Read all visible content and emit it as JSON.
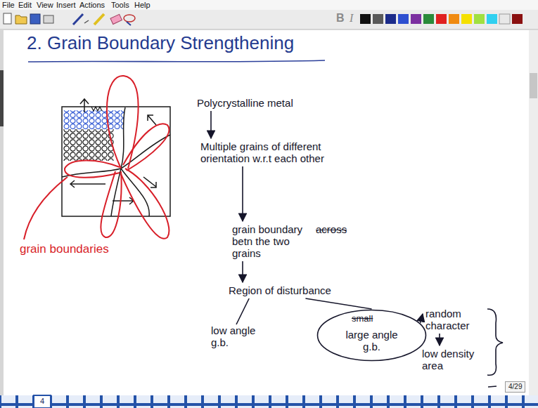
{
  "diagram": {
    "title": "2. Grain Boundary Strengthening",
    "nodes": [
      {
        "text": [
          "Polycrystalline metal"
        ]
      },
      {
        "text": [
          "Multiple grains of different orientation w.r.t each other"
        ]
      },
      {
        "text": [
          "grain boundary betn the two grains"
        ]
      },
      {
        "text": [
          "Region of disturbance"
        ]
      },
      {
        "text": [
          "low angle g.b."
        ]
      },
      {
        "text": [
          "large angle g.b."
        ]
      },
      {
        "text": [
          "random character"
        ]
      },
      {
        "text": [
          "low density area"
        ]
      }
    ],
    "edges": [
      {
        "from": 0,
        "to": 1,
        "arrow": "to"
      },
      {
        "from": 1,
        "to": 2,
        "arrow": "to"
      },
      {
        "from": 2,
        "to": 3,
        "arrow": "to"
      },
      {
        "from": 3,
        "to": 4,
        "arrow": "none"
      },
      {
        "from": 3,
        "to": 5,
        "arrow": "none"
      },
      {
        "from": 5,
        "to": 6,
        "arrow": "to"
      },
      {
        "from": 6,
        "to": 7,
        "arrow": "to"
      }
    ],
    "labels": [
      "File",
      "Edit",
      "View",
      "Insert",
      "Actions",
      "Tools",
      "Help",
      "B",
      "I",
      "grain boundaries",
      "across",
      "small",
      "4/29",
      "4"
    ]
  }
}
